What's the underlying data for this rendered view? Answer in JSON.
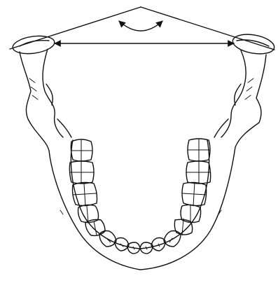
{
  "figure": {
    "subject": "mandible-occlusal-view",
    "line_color": "#111111",
    "background_color": "#ffffff",
    "annotations": {
      "intercondylar_arrow": "double-headed",
      "angle_arc_arrow": "curved-double-headed"
    },
    "teeth_per_side": 8
  }
}
